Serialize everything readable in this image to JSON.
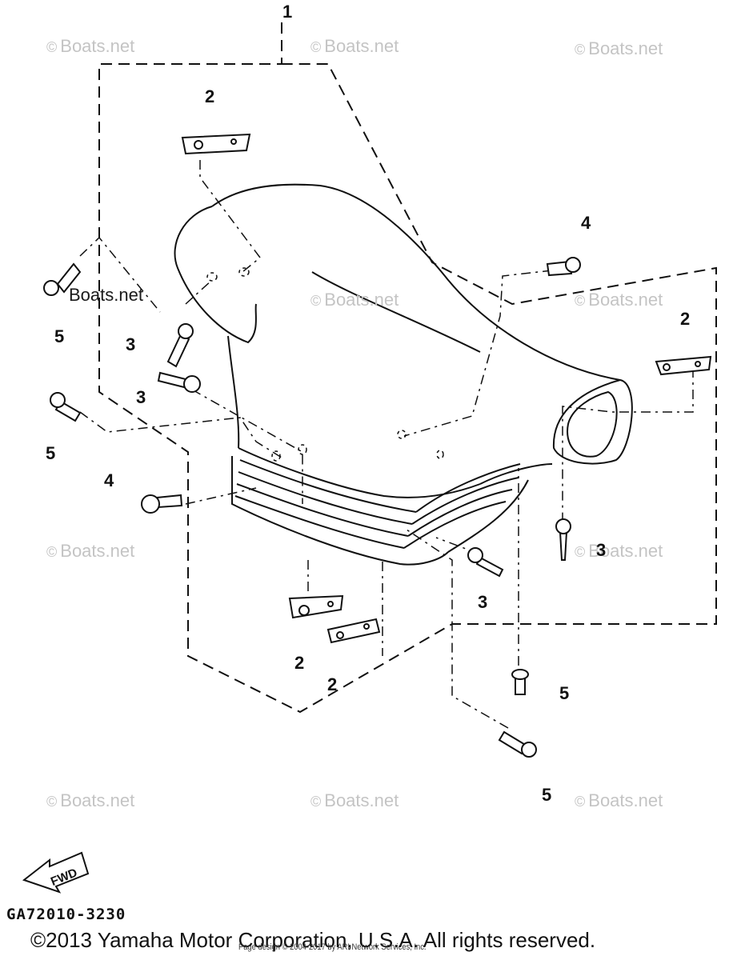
{
  "diagram": {
    "ref_code": "GA72010-3230",
    "fwd_label": "FWD",
    "copyright": "©2013 Yamaha Motor Corporation, U.S.A. All rights reserved.",
    "page_design": "Page design © 2004-2017 by ARI Network Services, Inc.",
    "watermarks": [
      "Boats.net",
      "Boats.net",
      "Boats.net",
      "Boats.net",
      "Boats.net",
      "Boats.net",
      "Boats.net",
      "Boats.net",
      "Boats.net",
      "Boats.net"
    ],
    "watermark_dark": "Boats.net",
    "callouts": {
      "c1": "1",
      "c2a": "2",
      "c2b": "2",
      "c2c": "2",
      "c2d": "2",
      "c3a": "3",
      "c3b": "3",
      "c3c": "3",
      "c3d": "3",
      "c4a": "4",
      "c4b": "4",
      "c5a": "5",
      "c5b": "5",
      "c5c": "5",
      "c5d": "5"
    }
  }
}
